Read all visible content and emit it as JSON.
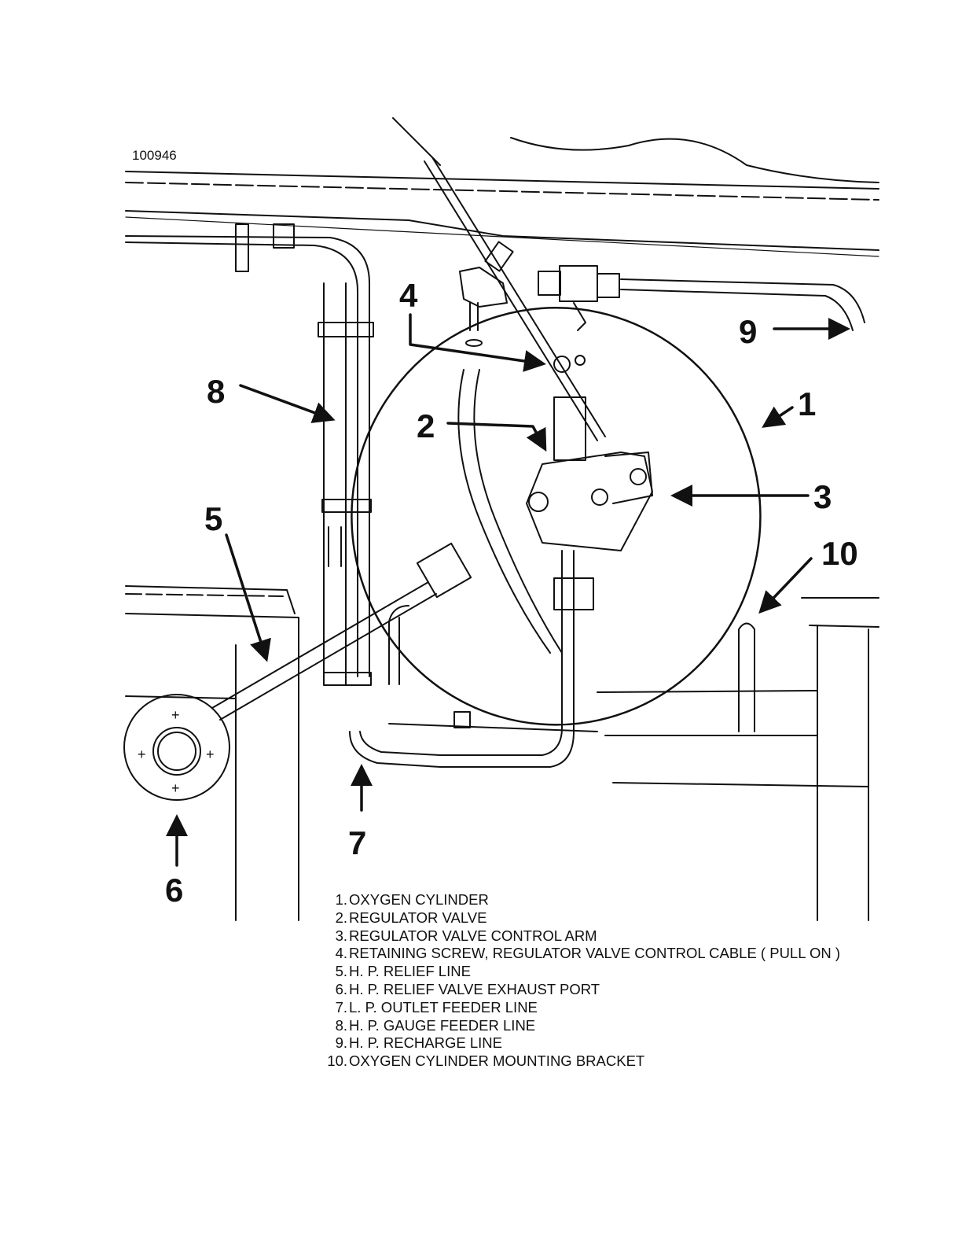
{
  "figure_id": "100946",
  "callouts": [
    "1",
    "2",
    "3",
    "4",
    "5",
    "6",
    "7",
    "8",
    "9",
    "10"
  ],
  "legend": [
    {
      "num": "1.",
      "text": "OXYGEN CYLINDER"
    },
    {
      "num": "2.",
      "text": "REGULATOR VALVE"
    },
    {
      "num": "3.",
      "text": "REGULATOR VALVE CONTROL ARM"
    },
    {
      "num": "4.",
      "text": "RETAINING SCREW, REGULATOR VALVE CONTROL CABLE ( PULL ON )"
    },
    {
      "num": "5.",
      "text": "H. P. RELIEF LINE"
    },
    {
      "num": "6.",
      "text": "H. P. RELIEF VALVE EXHAUST PORT"
    },
    {
      "num": "7.",
      "text": "L. P. OUTLET FEEDER LINE"
    },
    {
      "num": "8.",
      "text": "H. P. GAUGE FEEDER LINE"
    },
    {
      "num": "9.",
      "text": "H. P. RECHARGE LINE"
    },
    {
      "num": "10.",
      "text": "OXYGEN CYLINDER MOUNTING BRACKET"
    }
  ]
}
